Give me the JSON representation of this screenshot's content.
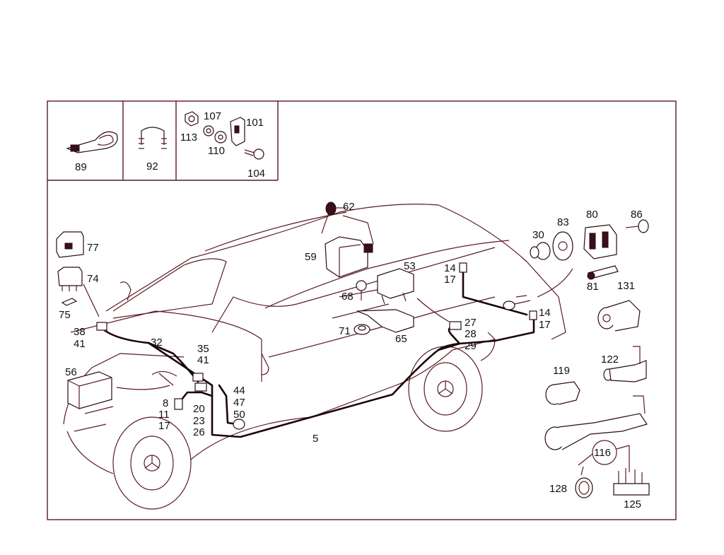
{
  "diagram": {
    "inset_labels": {
      "p89": "89",
      "p92": "92",
      "p107": "107",
      "p101": "101",
      "p113": "113",
      "p110": "110",
      "p104": "104"
    },
    "part_labels": {
      "p62": "62",
      "p59": "59",
      "p53": "53",
      "p68": "68",
      "p71": "71",
      "p65": "65",
      "p77": "77",
      "p74": "74",
      "p75": "75",
      "p38": "38",
      "p41a": "41",
      "p32": "32",
      "p35": "35",
      "p41b": "41",
      "p56": "56",
      "p44": "44",
      "p47": "47",
      "p50": "50",
      "p8": "8",
      "p11": "11",
      "p17a": "17",
      "p20": "20",
      "p23": "23",
      "p26": "26",
      "p5": "5",
      "p14a": "14",
      "p17b": "17",
      "p14b": "14",
      "p17c": "17",
      "p27": "27",
      "p28": "28",
      "p29": "29",
      "p30": "30",
      "p83": "83",
      "p80": "80",
      "p86": "86",
      "p81": "81",
      "p131": "131",
      "p119": "119",
      "p122": "122",
      "p116": "116",
      "p128": "128",
      "p125": "125"
    }
  }
}
